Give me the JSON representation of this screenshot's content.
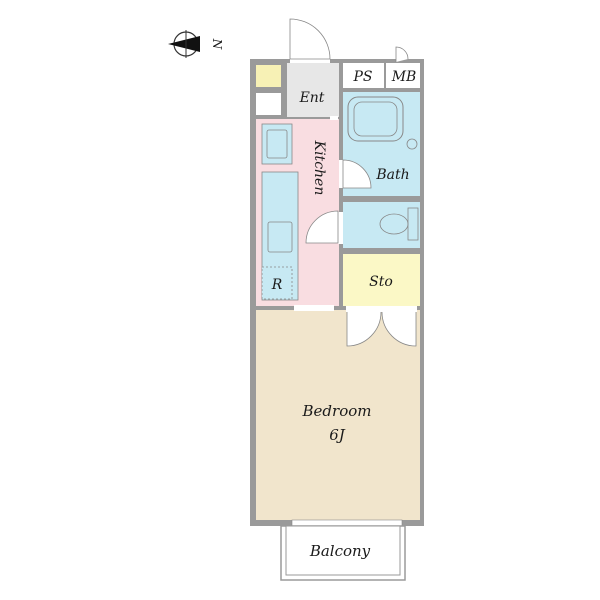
{
  "compass": {
    "label": "N",
    "icon": "north-arrow-icon"
  },
  "rooms": {
    "entrance": "Ent",
    "kitchen": "Kitchen",
    "bath": "Bath",
    "storage": "Sto",
    "bedroom": "Bedroom",
    "bedroom_size": "6J",
    "balcony": "Balcony",
    "pipe_space": "PS",
    "meter_box": "MB",
    "refrigerator": "R"
  },
  "colors": {
    "wall": "#9a9a9a",
    "kitchen": "#f9dde1",
    "bath": "#c7e9f3",
    "storage": "#fbf8c6",
    "bedroom": "#f1e5cc",
    "entrance": "#e7e7e7",
    "shoe_box": "#f7f1b5"
  }
}
